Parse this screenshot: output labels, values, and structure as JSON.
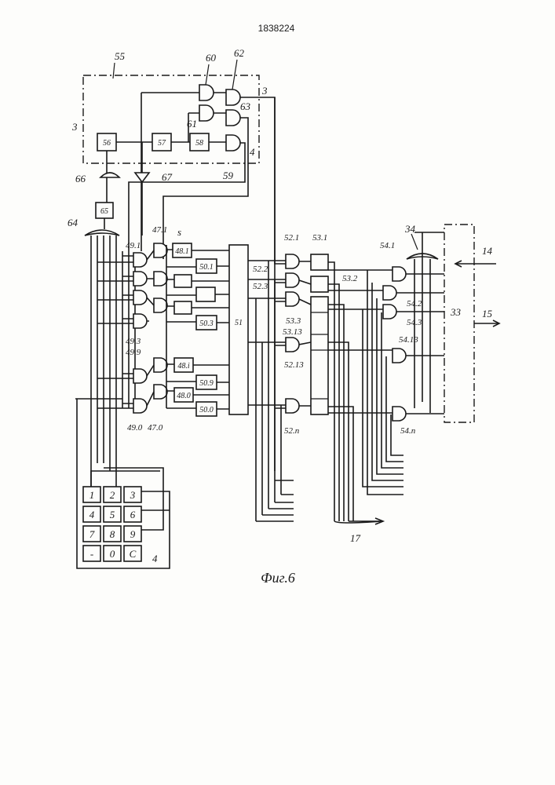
{
  "document": {
    "patent_number": "1838224",
    "figure_caption": "Фиг.6"
  },
  "keypad": {
    "keys": [
      "1",
      "2",
      "3",
      "4",
      "5",
      "6",
      "7",
      "8",
      "9",
      "-",
      "0",
      "C"
    ],
    "label": "4"
  },
  "blocks": {
    "b55": "55",
    "b56": "56",
    "b57": "57",
    "b58": "58",
    "b65": "65",
    "b51": "51",
    "b33": "33",
    "b48_1": "48.1",
    "b50_1": "50.1",
    "b50_3": "50.3",
    "b48_i": "48.i",
    "b50_9": "50.9",
    "b48_0": "48.0",
    "b50_0": "50.0",
    "b53_1": "53.1"
  },
  "labels": {
    "g60": "60",
    "g62": "62",
    "g61": "61",
    "g63": "63",
    "g59": "59",
    "g66": "66",
    "g67": "67",
    "g64": "64",
    "l3a": "3",
    "l3b": "3",
    "l4": "4",
    "ls": "s",
    "g47_1": "47.1",
    "g49_1": "49.1",
    "g49_3": "49.3",
    "g49_9": "49.9",
    "g49_0": "49.0",
    "g47_0": "47.0",
    "g52_1": "52.1",
    "g52_2": "52.2",
    "g52_3": "52.3",
    "g52_13": "52.13",
    "g52_n": "52.n",
    "l53_2": "53.2",
    "l53_3": "53.3",
    "l53_13": "53.13",
    "g54_1": "54.1",
    "g54_2": "54.2",
    "g54_3": "54.3",
    "g54_13": "54.13",
    "g54_n": "54.n",
    "l34": "34",
    "l14": "14",
    "l15": "15",
    "l17": "17"
  }
}
